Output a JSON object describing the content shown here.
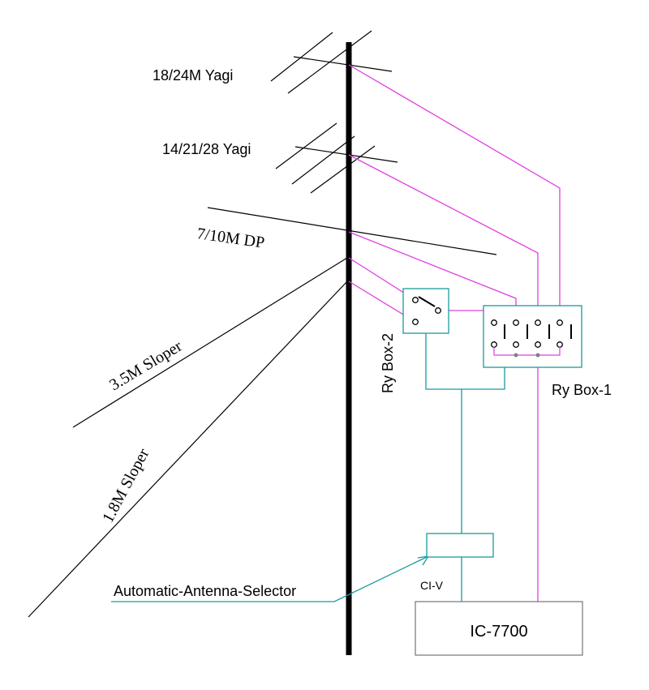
{
  "labels": {
    "yagi_18_24": "18/24M  Yagi",
    "yagi_14_21_28": "14/21/28  Yagi",
    "dipole_7_10": "7/10M DP",
    "sloper_3_5": "3.5M Sloper",
    "sloper_1_8": "1.8M Sloper",
    "relay_box_2": "Ry Box-2",
    "relay_box_1": "Ry Box-1",
    "selector": "Automatic-Antenna-Selector",
    "civ": "CI-V",
    "radio": "IC-7700"
  },
  "colors": {
    "coax": "#e040e0",
    "control": "#1a9a9a",
    "mast": "#000000",
    "element": "#000000",
    "radio_box": "#808080"
  }
}
